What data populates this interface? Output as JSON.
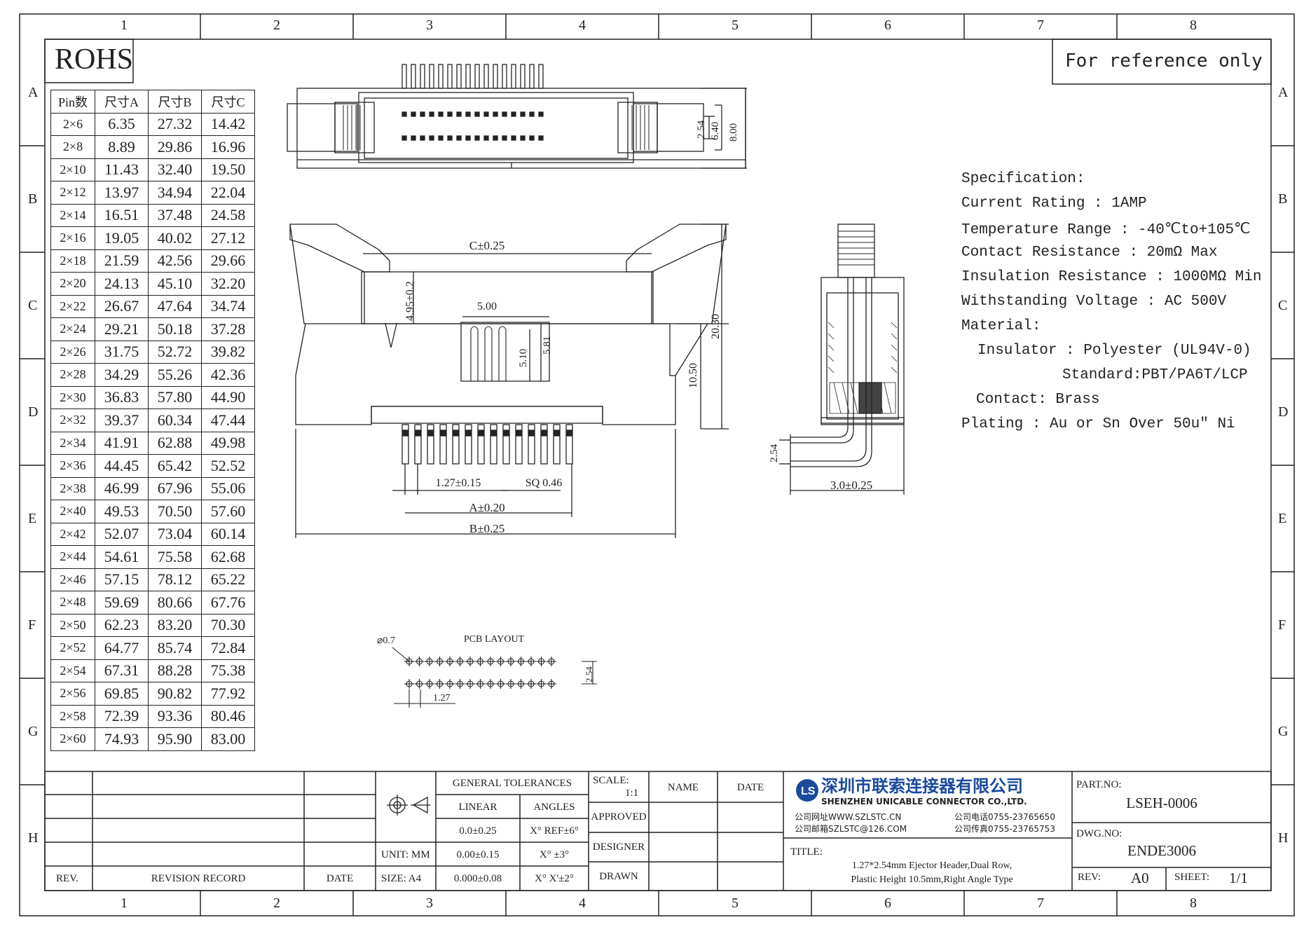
{
  "frame": {
    "columns": [
      "1",
      "2",
      "3",
      "4",
      "5",
      "6",
      "7",
      "8"
    ],
    "rows": [
      "A",
      "B",
      "C",
      "D",
      "E",
      "F",
      "G",
      "H"
    ]
  },
  "rohs": "ROHS",
  "reference_note": "For reference only",
  "pin_table": {
    "headers": [
      "Pin数",
      "尺寸A",
      "尺寸B",
      "尺寸C"
    ],
    "rows": [
      [
        "2×6",
        "6.35",
        "27.32",
        "14.42"
      ],
      [
        "2×8",
        "8.89",
        "29.86",
        "16.96"
      ],
      [
        "2×10",
        "11.43",
        "32.40",
        "19.50"
      ],
      [
        "2×12",
        "13.97",
        "34.94",
        "22.04"
      ],
      [
        "2×14",
        "16.51",
        "37.48",
        "24.58"
      ],
      [
        "2×16",
        "19.05",
        "40.02",
        "27.12"
      ],
      [
        "2×18",
        "21.59",
        "42.56",
        "29.66"
      ],
      [
        "2×20",
        "24.13",
        "45.10",
        "32.20"
      ],
      [
        "2×22",
        "26.67",
        "47.64",
        "34.74"
      ],
      [
        "2×24",
        "29.21",
        "50.18",
        "37.28"
      ],
      [
        "2×26",
        "31.75",
        "52.72",
        "39.82"
      ],
      [
        "2×28",
        "34.29",
        "55.26",
        "42.36"
      ],
      [
        "2×30",
        "36.83",
        "57.80",
        "44.90"
      ],
      [
        "2×32",
        "39.37",
        "60.34",
        "47.44"
      ],
      [
        "2×34",
        "41.91",
        "62.88",
        "49.98"
      ],
      [
        "2×36",
        "44.45",
        "65.42",
        "52.52"
      ],
      [
        "2×38",
        "46.99",
        "67.96",
        "55.06"
      ],
      [
        "2×40",
        "49.53",
        "70.50",
        "57.60"
      ],
      [
        "2×42",
        "52.07",
        "73.04",
        "60.14"
      ],
      [
        "2×44",
        "54.61",
        "75.58",
        "62.68"
      ],
      [
        "2×46",
        "57.15",
        "78.12",
        "65.22"
      ],
      [
        "2×48",
        "59.69",
        "80.66",
        "67.76"
      ],
      [
        "2×50",
        "62.23",
        "83.20",
        "70.30"
      ],
      [
        "2×52",
        "64.77",
        "85.74",
        "72.84"
      ],
      [
        "2×54",
        "67.31",
        "88.28",
        "75.38"
      ],
      [
        "2×56",
        "69.85",
        "90.82",
        "77.92"
      ],
      [
        "2×58",
        "72.39",
        "93.36",
        "80.46"
      ],
      [
        "2×60",
        "74.93",
        "95.90",
        "83.00"
      ]
    ]
  },
  "dimensions": {
    "top_2_54": "2.54",
    "top_6_40": "6.40",
    "top_8_00": "8.00",
    "c": "C±0.25",
    "h_4_95": "4.95±0.2",
    "w_5_00": "5.00",
    "h_5_10": "5.10",
    "h_5_81": "5.81",
    "h_20_30": "20.30",
    "h_10_50": "10.50",
    "pitch": "1.27±0.15",
    "sq": "SQ 0.46",
    "a": "A±0.20",
    "b": "B±0.25",
    "side_2_54": "2.54",
    "side_3_0": "3.0±0.25",
    "pcb_title": "PCB LAYOUT",
    "pcb_hole": "⌀0.7",
    "pcb_2_54": "2.54",
    "pcb_1_27": "1.27"
  },
  "specification": {
    "lines": [
      "Specification:",
      "Current Rating : 1AMP",
      "Temperature Range : -40℃to+105℃",
      "Contact Resistance : 20mΩ Max",
      "Insulation Resistance : 1000MΩ Min",
      "Withstanding Voltage : AC 500V",
      "Material:",
      "Insulator : Polyester (UL94V-0)",
      "Standard:PBT/PA6T/LCP",
      "Contact: Brass",
      "Plating : Au or Sn Over 50u\" Ni"
    ]
  },
  "title_block": {
    "rev": "REV.",
    "revision_record": "REVISION RECORD",
    "date": "DATE",
    "unit": "UNIT: MM",
    "size": "SIZE: A4",
    "general_tolerances": "GENERAL TOLERANCES",
    "linear": "LINEAR",
    "angles": "ANGLES",
    "lin1": "0.0±0.25",
    "lin2": "0.00±0.15",
    "lin3": "0.000±0.08",
    "ang1": "X° REF±6°",
    "ang2": "X° ±3°",
    "ang3": "X° X'±2°",
    "scale_label": "SCALE:",
    "scale_value": "1:1",
    "approved": "APPROVED",
    "designer": "DESIGNER",
    "drawn": "DRAWN",
    "name": "NAME",
    "date2": "DATE",
    "company_cn": "深圳市联索连接器有限公司",
    "company_en": "SHENZHEN UNICABLE CONNECTOR CO.,LTD.",
    "web": "公司网址WWW.SZLSTC.CN",
    "email": "公司邮箱SZLSTC@126.COM",
    "tel": "公司电话0755-23765650",
    "fax": "公司传真0755-23765753",
    "title_label": "TITLE:",
    "title_line1": "1.27*2.54mm Ejector Header,Dual Row,",
    "title_line2": "Plastic Height 10.5mm,Right Angle Type",
    "part_no_label": "PART.NO:",
    "part_no": "LSEH-0006",
    "dwg_no_label": "DWG.NO:",
    "dwg_no": "ENDE3006",
    "rev_label": "REV:",
    "rev_value": "A0",
    "sheet_label": "SHEET:",
    "sheet_value": "1/1"
  }
}
